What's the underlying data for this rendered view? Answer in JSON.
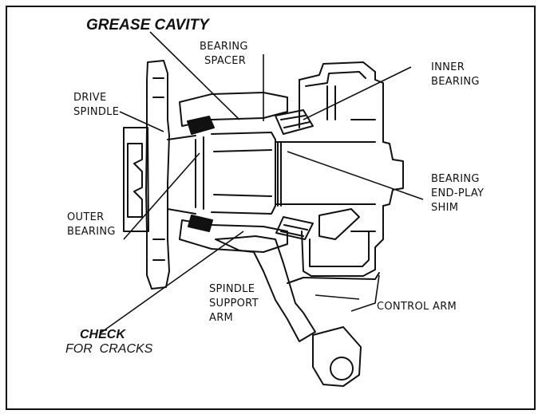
{
  "labels": {
    "grease_cavity": "GREASE CAVITY",
    "bearing_spacer_1": "BEARING",
    "bearing_spacer_2": "SPACER",
    "inner_bearing_1": "INNER",
    "inner_bearing_2": "BEARING",
    "drive_spindle_1": "DRIVE",
    "drive_spindle_2": "SPINDLE",
    "bearing_endplay_1": "BEARING",
    "bearing_endplay_2": "END-PLAY",
    "bearing_endplay_3": "SHIM",
    "outer_bearing_1": "OUTER",
    "outer_bearing_2": "BEARING",
    "spindle_support_1": "SPINDLE",
    "spindle_support_2": "SUPPORT",
    "spindle_support_3": "ARM",
    "control_arm": "CONTROL ARM",
    "check": "CHECK",
    "for_cracks": "FOR  CRACKS"
  }
}
